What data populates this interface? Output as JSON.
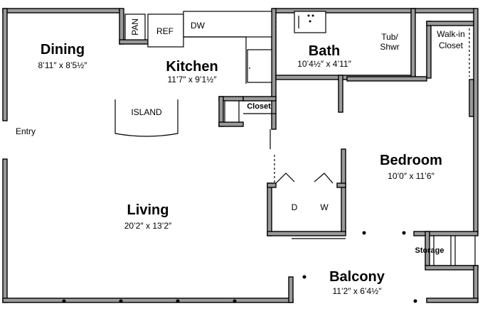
{
  "rooms": {
    "dining": {
      "name": "Dining",
      "dims": "8’11″ x 8’5½″"
    },
    "kitchen": {
      "name": "Kitchen",
      "dims": "11’7″ x 9’1½″"
    },
    "bath": {
      "name": "Bath",
      "dims": "10’4½″ x 4’11″"
    },
    "bedroom": {
      "name": "Bedroom",
      "dims": "10’0″ x 11’6″"
    },
    "living": {
      "name": "Living",
      "dims": "20’2″ x 13’2″"
    },
    "balcony": {
      "name": "Balcony",
      "dims": "11’2″ x 6’4½″"
    }
  },
  "fixtures": {
    "pantry": "PAN",
    "refrigerator": "REF",
    "dishwasher": "DW",
    "island": "ISLAND",
    "closet": "Closet",
    "tub_shower_line1": "Tub/",
    "tub_shower_line2": "Shwr",
    "walkin_line1": "Walk-in",
    "walkin_line2": "Closet",
    "washer": "W",
    "dryer": "D",
    "storage": "Storage",
    "entry": "Entry"
  }
}
